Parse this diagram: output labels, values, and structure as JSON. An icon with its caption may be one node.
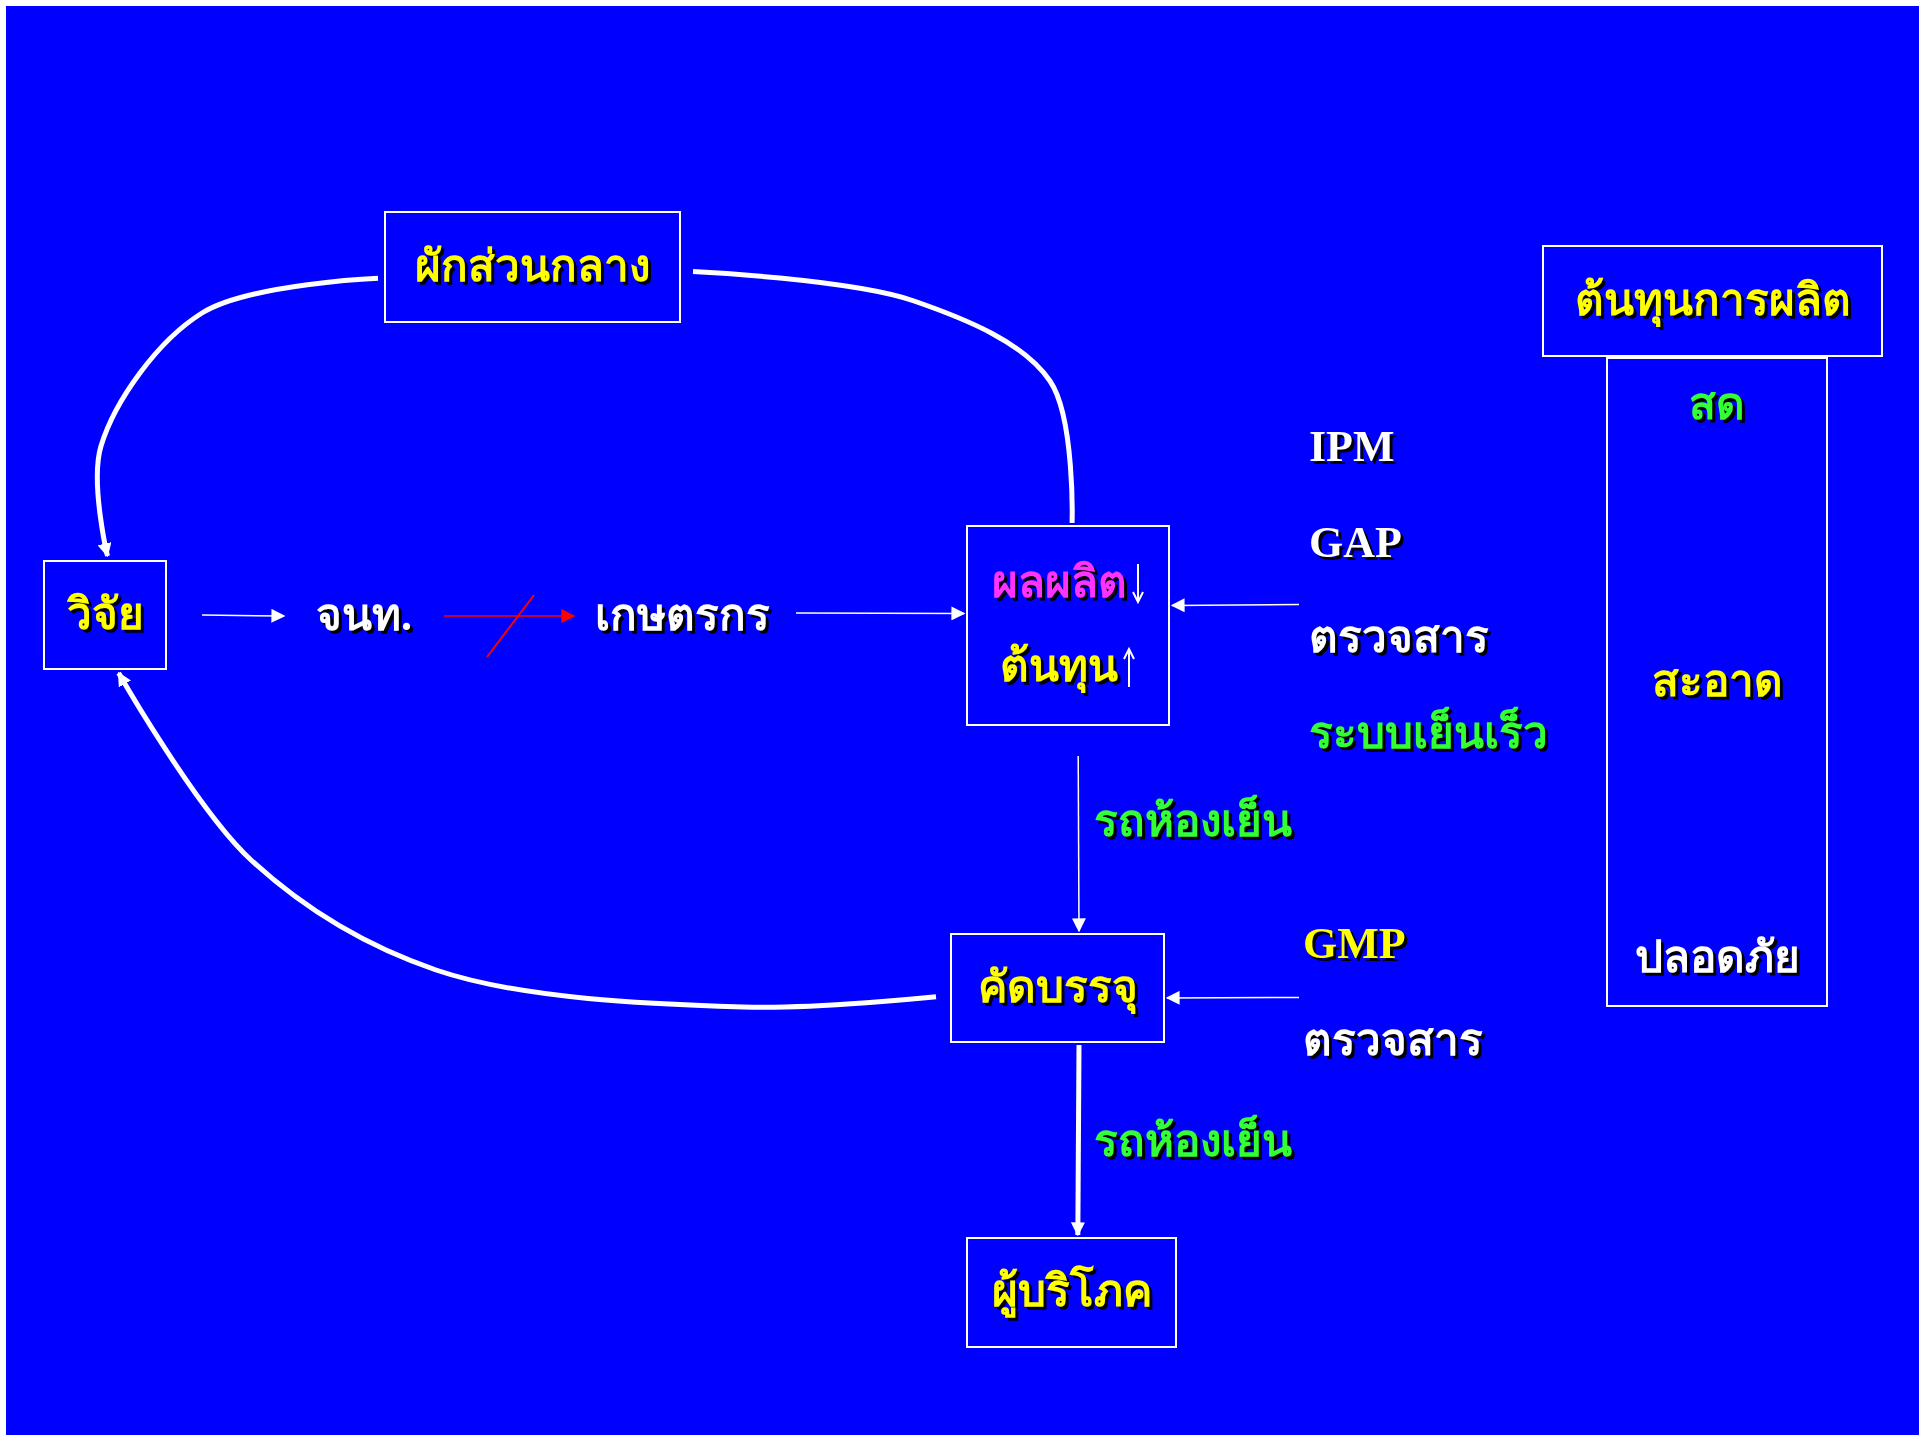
{
  "diagram": {
    "nodes": [
      {
        "text": [
          "ผักส่วนกลาง"
        ]
      },
      {
        "text": [
          "วิจัย"
        ]
      },
      {
        "text": [
          "จนท."
        ]
      },
      {
        "text": [
          "เกษตรกร"
        ]
      },
      {
        "text": [
          "ผลผลิต",
          "ต้นทุน"
        ]
      },
      {
        "text": [
          "IPM",
          "GAP",
          "ตรวจสาร",
          "ระบบเย็นเร็ว"
        ]
      },
      {
        "text": [
          "คัดบรรจุ"
        ]
      },
      {
        "text": [
          "GMP",
          "ตรวจสาร"
        ]
      },
      {
        "text": [
          "ผู้บริโภค"
        ]
      },
      {
        "text": [
          "ต้นทุนการผลิต"
        ]
      },
      {
        "text": [
          "สด",
          "สะอาด",
          "ปลอดภัย"
        ]
      }
    ],
    "edges": [
      {
        "from": 0,
        "to": 1,
        "arrow": "to",
        "style": "thick"
      },
      {
        "from": 0,
        "to": 4,
        "arrow": "none",
        "style": "thick"
      },
      {
        "from": 1,
        "to": 2,
        "arrow": "to"
      },
      {
        "from": 2,
        "to": 3,
        "arrow": "to",
        "color": "#ff0000"
      },
      {
        "from": 3,
        "to": 4,
        "arrow": "to"
      },
      {
        "from": 5,
        "to": 4,
        "arrow": "to"
      },
      {
        "from": 4,
        "to": 6,
        "arrow": "to",
        "label": "รถห้องเย็น"
      },
      {
        "from": 7,
        "to": 6,
        "arrow": "to"
      },
      {
        "from": 6,
        "to": 8,
        "arrow": "to",
        "label": "รถห้องเย็น",
        "style": "thick"
      },
      {
        "from": 6,
        "to": 1,
        "arrow": "to",
        "style": "thick"
      }
    ]
  }
}
